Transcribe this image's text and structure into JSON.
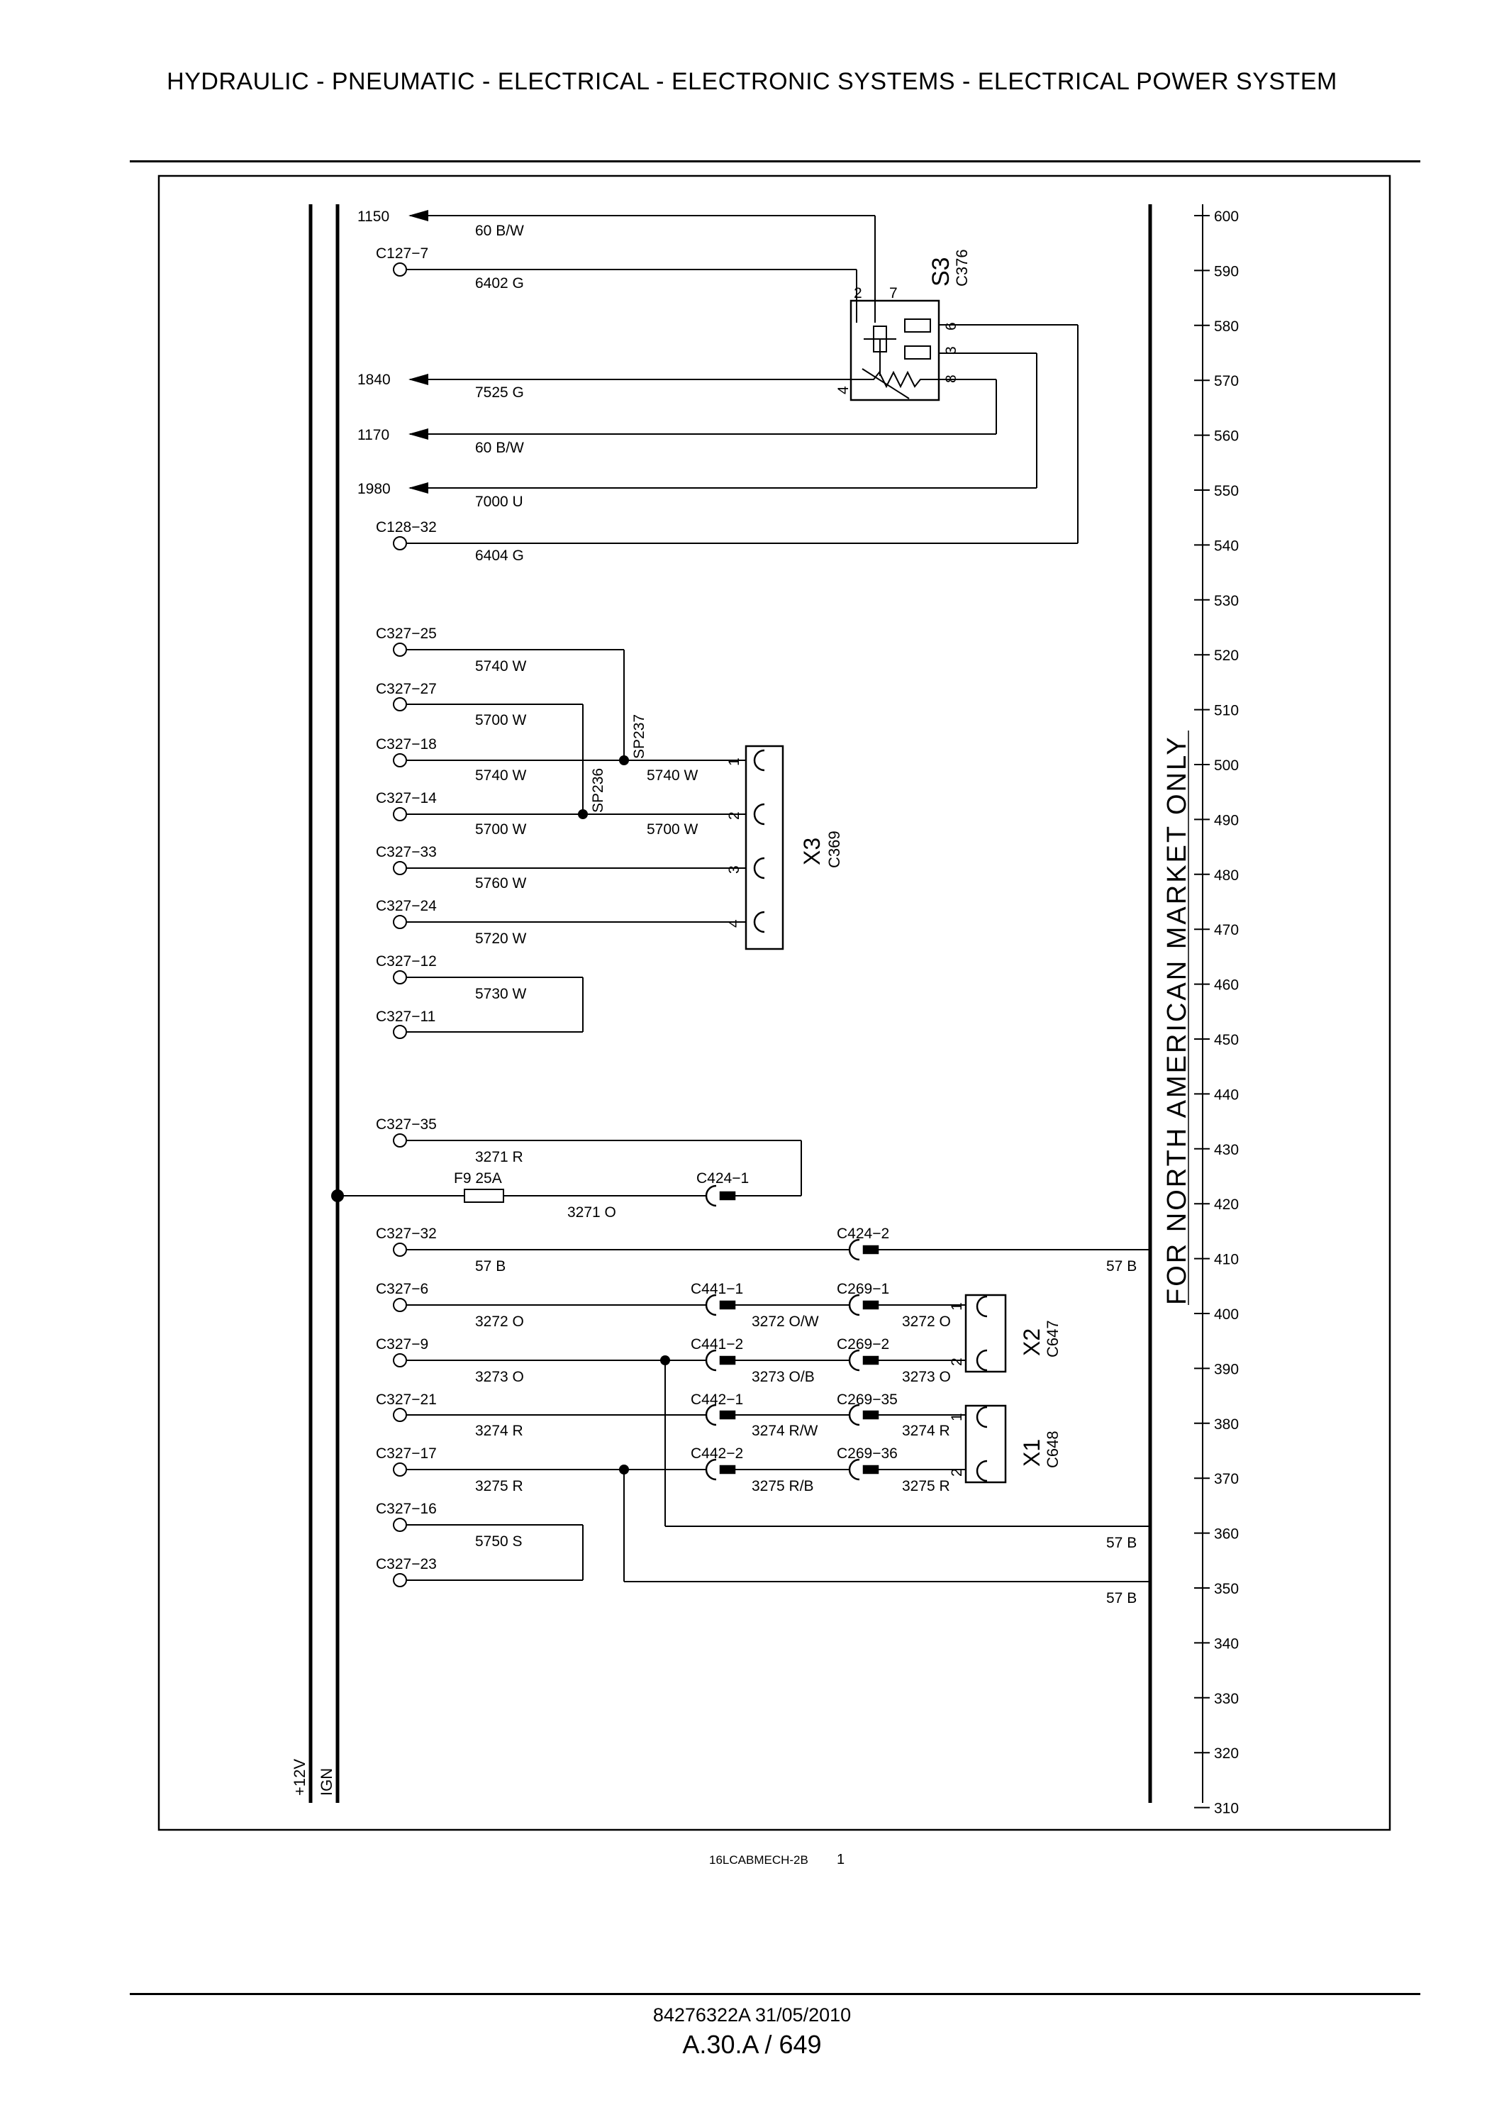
{
  "header": {
    "title": "HYDRAULIC - PNEUMATIC - ELECTRICAL - ELECTRONIC SYSTEMS - ELECTRICAL POWER SYSTEM"
  },
  "rails": {
    "left_label_1": "+12V",
    "left_label_2": "IGN"
  },
  "side_note": "FOR NORTH AMERICAN MARKET ONLY",
  "scale": [
    "600",
    "590",
    "580",
    "570",
    "560",
    "550",
    "540",
    "530",
    "520",
    "510",
    "500",
    "490",
    "480",
    "470",
    "460",
    "450",
    "440",
    "430",
    "420",
    "410",
    "400",
    "390",
    "380",
    "370",
    "360",
    "350",
    "340",
    "330",
    "320",
    "310"
  ],
  "labels": [
    "1150",
    "60 B/W",
    "C127−7",
    "6402 G",
    "1840",
    "7525 G",
    "1170",
    "60 B/W",
    "1980",
    "7000 U",
    "C128−32",
    "6404 G",
    "C327−25",
    "5740 W",
    "C327−27",
    "5700 W",
    "C327−18",
    "5740 W",
    "C327−14",
    "5700 W",
    "C327−33",
    "5760 W",
    "C327−24",
    "5720 W",
    "C327−12",
    "5730 W",
    "C327−11",
    "5740 W",
    "5700 W",
    "C327−35",
    "3271 R",
    "F9 25A",
    "3271 O",
    "C424−1",
    "C327−32",
    "57 B",
    "C424−2",
    "57 B",
    "C327−6",
    "3272 O",
    "C441−1",
    "3272 O/W",
    "C269−1",
    "3272 O",
    "C327−9",
    "3273 O",
    "C441−2",
    "3273 O/B",
    "C269−2",
    "3273 O",
    "C327−21",
    "3274 R",
    "C442−1",
    "3274 R/W",
    "C269−35",
    "3274 R",
    "C327−17",
    "3275 R",
    "C442−2",
    "3275 R/B",
    "C269−36",
    "3275 R",
    "C327−16",
    "5750 S",
    "C327−23",
    "57 B",
    "57 B"
  ],
  "components": {
    "s3": {
      "name": "S3",
      "code": "C376",
      "pins": [
        "2",
        "7",
        "6",
        "3",
        "8",
        "4"
      ]
    },
    "x3": {
      "name": "X3",
      "code": "C369",
      "pins": [
        "1",
        "2",
        "3",
        "4"
      ]
    },
    "x2": {
      "name": "X2",
      "code": "C647",
      "pins": [
        "1",
        "2"
      ]
    },
    "x1": {
      "name": "X1",
      "code": "C648",
      "pins": [
        "1",
        "2"
      ]
    },
    "splices": [
      "SP237",
      "SP236"
    ]
  },
  "figure_ref": {
    "code": "16LCABMECH-2B",
    "number": "1"
  },
  "footer": {
    "doc": "84276322A 31/05/2010",
    "page": "A.30.A / 649"
  }
}
